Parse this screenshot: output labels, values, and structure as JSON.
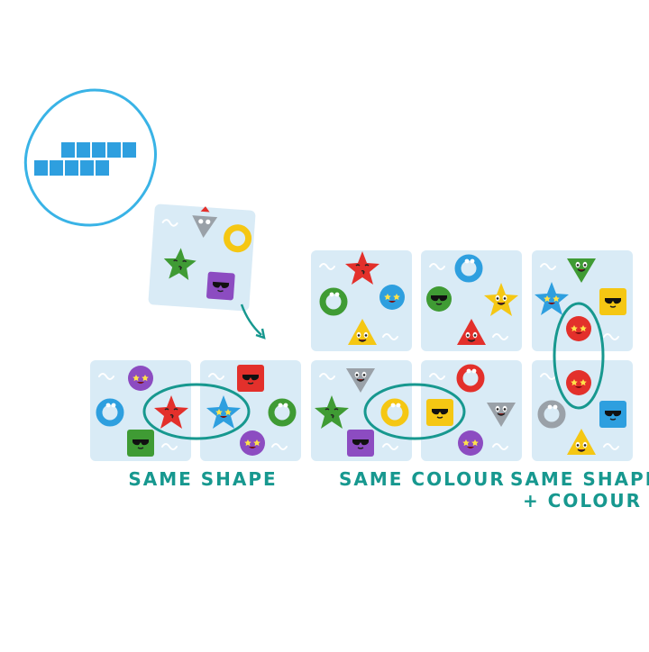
{
  "colors": {
    "tile_bg": "#d9ebf6",
    "accent": "#17988f",
    "hex_border": "#39b3e6",
    "blue": "#2e9fdf",
    "red": "#e3302b",
    "green": "#3f9b34",
    "yellow": "#f5c713",
    "purple": "#8c4cc1",
    "grey": "#9aa1a8"
  },
  "card_icon": "ten-square-grid-icon",
  "piece_icons": [
    "star-icon",
    "ring-icon",
    "triangle-icon",
    "cube-icon",
    "ball-icon"
  ],
  "captions": {
    "same_shape": "SAME SHAPE",
    "same_colour": "SAME COLOUR",
    "same_shape_colour_line1": "SAME SHAPE",
    "same_shape_colour_line2": "+ COLOUR"
  }
}
